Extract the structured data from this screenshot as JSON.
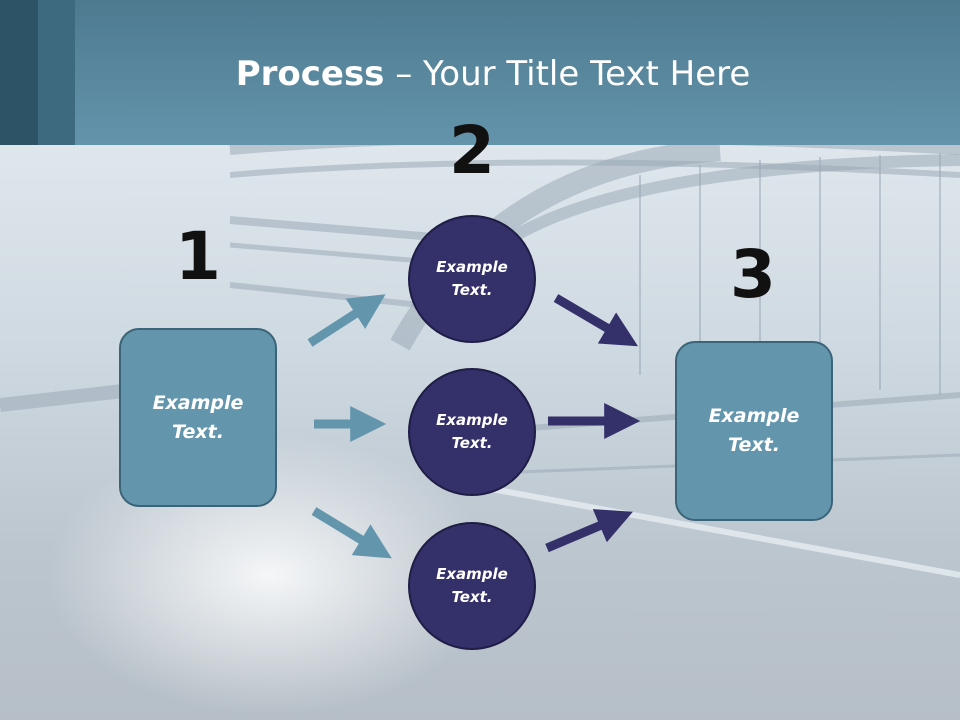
{
  "title": {
    "bold": "Process",
    "rest": " – Your Title Text Here"
  },
  "steps": {
    "one": "1",
    "two": "2",
    "three": "3"
  },
  "left_box": {
    "text": "Example\nText."
  },
  "right_box": {
    "text": "Example\nText."
  },
  "circles": [
    {
      "text": "Example\nText."
    },
    {
      "text": "Example\nText."
    },
    {
      "text": "Example\nText."
    }
  ],
  "colors": {
    "box_fill": "#6396ad",
    "circle_fill": "#33306a",
    "arrow_light": "#6396ad",
    "arrow_dark": "#33306a"
  }
}
